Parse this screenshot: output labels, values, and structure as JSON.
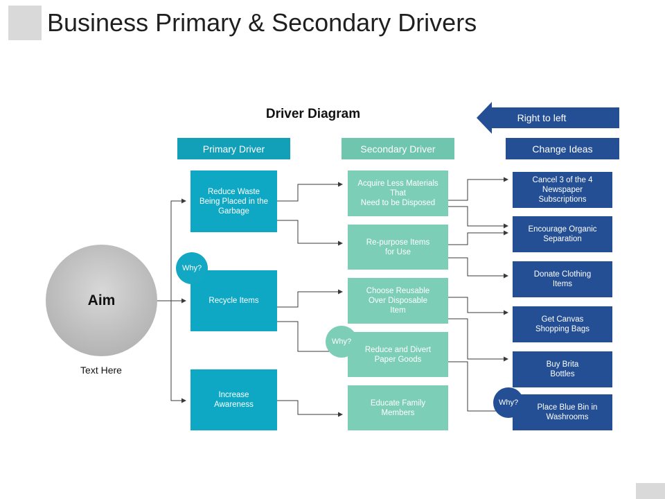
{
  "title": "Business Primary & Secondary Drivers",
  "diagram_title": "Driver Diagram",
  "direction_arrow": {
    "label": "Right to left",
    "icon": "left-arrow-icon"
  },
  "headers": {
    "primary": "Primary Driver",
    "secondary": "Secondary Driver",
    "change": "Change Ideas"
  },
  "aim": {
    "label": "Aim",
    "caption": "Text Here"
  },
  "primary_drivers": [
    "Reduce Waste\nBeing Placed in the\nGarbage",
    "Recycle Items",
    "Increase\nAwareness"
  ],
  "secondary_drivers": [
    "Acquire Less Materials\nThat\nNeed to be Disposed",
    "Re-purpose Items\nfor Use",
    "Choose Reusable\nOver Disposable\nItem",
    "Reduce and Divert\nPaper Goods",
    "Educate Family\nMembers"
  ],
  "change_ideas": [
    "Cancel 3 of the 4\nNewspaper\nSubscriptions",
    "Encourage Organic\nSeparation",
    "Donate Clothing\nItems",
    "Get Canvas\nShopping Bags",
    "Buy Brita\nBottles",
    "Place Blue Bin in\nWashrooms"
  ],
  "why_label": "Why?",
  "colors": {
    "primary": "#0ea8c4",
    "secondary": "#7ccfb6",
    "change": "#244f94",
    "connector": "#3a3a3a"
  }
}
